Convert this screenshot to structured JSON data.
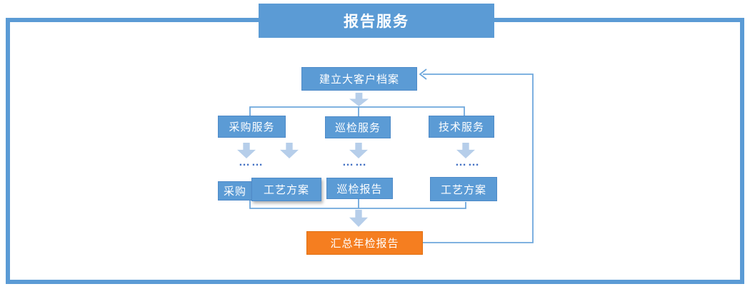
{
  "title": "报告服务",
  "nodes": {
    "root": "建立大客户档案",
    "services": [
      "采购服务",
      "巡检服务",
      "技术服务"
    ],
    "ellipsis": "……",
    "outputs": [
      "采购",
      "工艺方案",
      "巡检报告",
      "工艺方案"
    ],
    "summary": "汇总年检报告"
  },
  "colors": {
    "box_blue": "#5B9BD5",
    "box_border_blue": "#4E8AC8",
    "frame_blue": "#5B9BD5",
    "block_arrow_light_blue": "#B6CEEA",
    "connector_line_blue": "#6FA8DC",
    "ellipsis_dots_blue": "#4472C4",
    "summary_orange": "#F57E20",
    "text_white": "#FFFFFF"
  }
}
